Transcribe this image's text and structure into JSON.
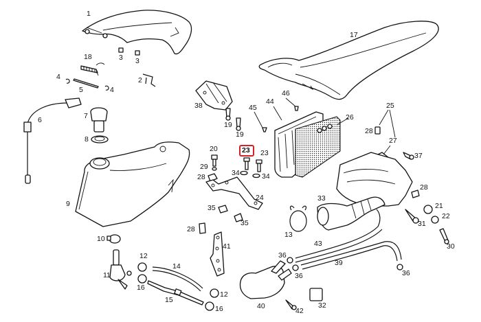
{
  "diagram": {
    "type": "exploded-parts-diagram",
    "highlight": {
      "part_number": "23",
      "color": "#d62028"
    },
    "parts": [
      {
        "id": "p1",
        "number": "1",
        "name": "tank-cover"
      },
      {
        "id": "p2",
        "number": "2",
        "name": "bracket-clip"
      },
      {
        "id": "p3a",
        "number": "3",
        "name": "rubber-pad"
      },
      {
        "id": "p3b",
        "number": "3",
        "name": "rubber-pad"
      },
      {
        "id": "p4a",
        "number": "4",
        "name": "circlip"
      },
      {
        "id": "p4b",
        "number": "4",
        "name": "circlip"
      },
      {
        "id": "p5",
        "number": "5",
        "name": "hinge-pin"
      },
      {
        "id": "p6",
        "number": "6",
        "name": "fuel-level-sensor"
      },
      {
        "id": "p7",
        "number": "7",
        "name": "fuel-cap"
      },
      {
        "id": "p8",
        "number": "8",
        "name": "cap-gasket"
      },
      {
        "id": "p9",
        "number": "9",
        "name": "fuel-tank"
      },
      {
        "id": "p10",
        "number": "10",
        "name": "hose-clamp"
      },
      {
        "id": "p11",
        "number": "11",
        "name": "fuel-tap"
      },
      {
        "id": "p12a",
        "number": "12",
        "name": "hose-clamp"
      },
      {
        "id": "p12b",
        "number": "12",
        "name": "hose-clamp"
      },
      {
        "id": "p13",
        "number": "13",
        "name": "hose-clip"
      },
      {
        "id": "p14",
        "number": "14",
        "name": "fuel-hose"
      },
      {
        "id": "p15",
        "number": "15",
        "name": "fuel-filter-hose"
      },
      {
        "id": "p16a",
        "number": "16",
        "name": "hose-clamp"
      },
      {
        "id": "p16b",
        "number": "16",
        "name": "hose-clamp"
      },
      {
        "id": "p17",
        "number": "17",
        "name": "seat"
      },
      {
        "id": "p18",
        "number": "18",
        "name": "spring"
      },
      {
        "id": "p19a",
        "number": "19",
        "name": "screw"
      },
      {
        "id": "p19b",
        "number": "19",
        "name": "screw"
      },
      {
        "id": "p20",
        "number": "20",
        "name": "bolt"
      },
      {
        "id": "p21",
        "number": "21",
        "name": "grommet"
      },
      {
        "id": "p22",
        "number": "22",
        "name": "spacer"
      },
      {
        "id": "p23a",
        "number": "23",
        "name": "screw"
      },
      {
        "id": "p23b",
        "number": "23",
        "name": "screw"
      },
      {
        "id": "p24",
        "number": "24",
        "name": "tank-bracket"
      },
      {
        "id": "p25",
        "number": "25",
        "name": "fitting-kit"
      },
      {
        "id": "p26",
        "number": "26",
        "name": "air-filter"
      },
      {
        "id": "p27",
        "number": "27",
        "name": "air-box-clip"
      },
      {
        "id": "p28a",
        "number": "28",
        "name": "clip-nut"
      },
      {
        "id": "p28b",
        "number": "28",
        "name": "clip-nut"
      },
      {
        "id": "p28c",
        "number": "28",
        "name": "clip-nut"
      },
      {
        "id": "p28d",
        "number": "28",
        "name": "clip-nut"
      },
      {
        "id": "p29",
        "number": "29",
        "name": "washer"
      },
      {
        "id": "p30",
        "number": "30",
        "name": "bolt"
      },
      {
        "id": "p31",
        "number": "31",
        "name": "screw"
      },
      {
        "id": "p32",
        "number": "32",
        "name": "pad"
      },
      {
        "id": "p33",
        "number": "33",
        "name": "intake-sleeve"
      },
      {
        "id": "p34a",
        "number": "34",
        "name": "washer"
      },
      {
        "id": "p34b",
        "number": "34",
        "name": "washer"
      },
      {
        "id": "p35a",
        "number": "35",
        "name": "clip-nut"
      },
      {
        "id": "p35b",
        "number": "35",
        "name": "clip-nut"
      },
      {
        "id": "p36a",
        "number": "36",
        "name": "hose-clamp"
      },
      {
        "id": "p36b",
        "number": "36",
        "name": "hose-clamp"
      },
      {
        "id": "p36c",
        "number": "36",
        "name": "hose-clamp"
      },
      {
        "id": "p37",
        "number": "37",
        "name": "screw"
      },
      {
        "id": "p38",
        "number": "38",
        "name": "hinge-bracket"
      },
      {
        "id": "p39",
        "number": "39",
        "name": "breather-hose"
      },
      {
        "id": "p40",
        "number": "40",
        "name": "valve-body"
      },
      {
        "id": "p41",
        "number": "41",
        "name": "mounting-plate"
      },
      {
        "id": "p42",
        "number": "42",
        "name": "screw"
      },
      {
        "id": "p43",
        "number": "43",
        "name": "drain-hose"
      },
      {
        "id": "p44",
        "number": "44",
        "name": "filter-cover"
      },
      {
        "id": "p45",
        "number": "45",
        "name": "screw"
      },
      {
        "id": "p46",
        "number": "46",
        "name": "screw"
      }
    ]
  }
}
